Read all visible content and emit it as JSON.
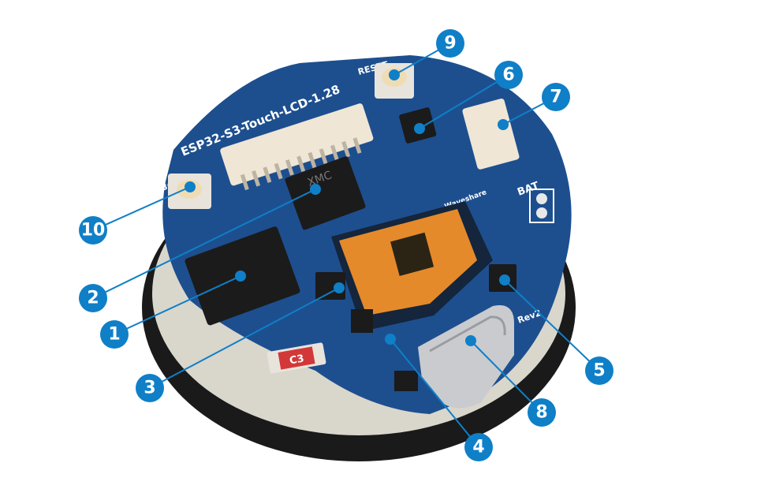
{
  "board": {
    "name_silk": "ESP32-S3-Touch-LCD-1.28",
    "reset_silk": "RESET",
    "boot_silk": "BOOT",
    "bat_silk": "BAT",
    "rev_silk": "Rev2",
    "antenna_label": "C3",
    "brand_silk": "Waveshare",
    "flash_chip_marking": "XMC",
    "colors": {
      "pcb": "#1d4f8f",
      "callout": "#0f7fc7",
      "connector": "#efe6d6",
      "flex": "#e58a2a"
    }
  },
  "callouts": [
    {
      "id": "1",
      "label": "1"
    },
    {
      "id": "2",
      "label": "2"
    },
    {
      "id": "3",
      "label": "3"
    },
    {
      "id": "4",
      "label": "4"
    },
    {
      "id": "5",
      "label": "5"
    },
    {
      "id": "6",
      "label": "6"
    },
    {
      "id": "7",
      "label": "7"
    },
    {
      "id": "8",
      "label": "8"
    },
    {
      "id": "9",
      "label": "9"
    },
    {
      "id": "10",
      "label": "10"
    }
  ]
}
